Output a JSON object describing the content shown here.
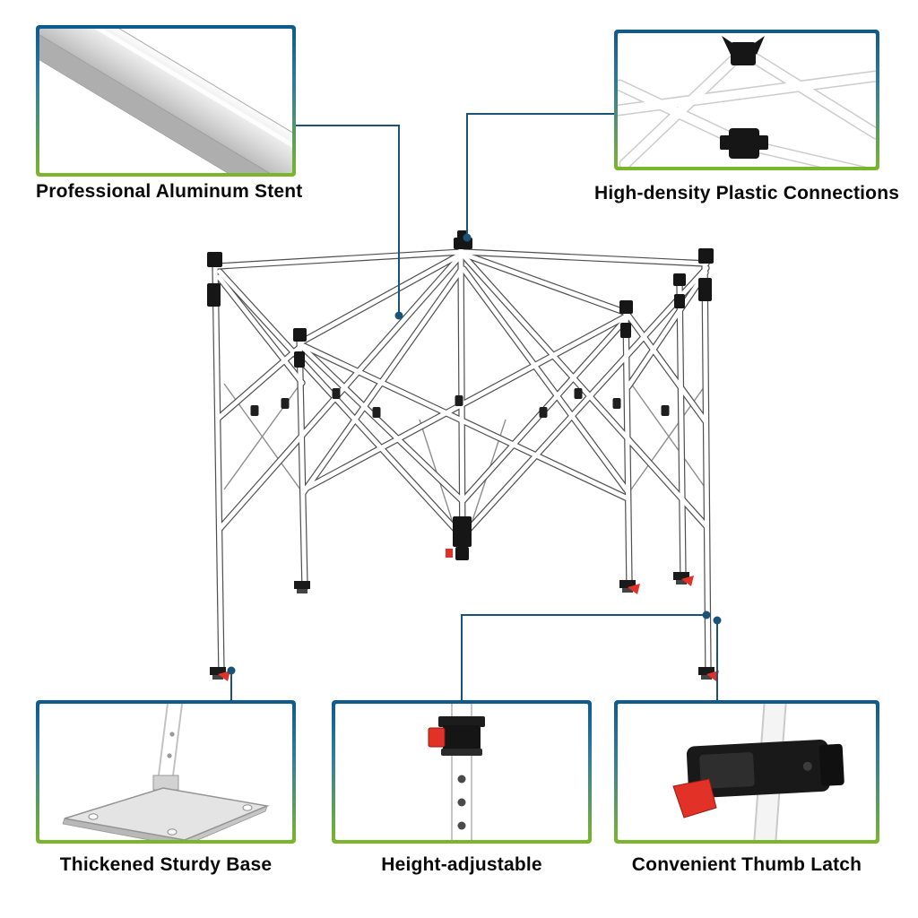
{
  "page": {
    "background": "#ffffff",
    "type": "product-feature-diagram",
    "subject": "pop-up-canopy-frame"
  },
  "colors": {
    "border_gradient_top": "#0d5a8c",
    "border_gradient_bottom": "#7db62a",
    "leader_line": "#1b5377",
    "label_text": "#0a0a0a",
    "accent_red": "#e23127",
    "pole_outline": "#4f4f4f",
    "connector_black": "#161616"
  },
  "callouts": {
    "top_left": {
      "label": "Professional Aluminum Stent",
      "icon": "aluminum-pole-illustration"
    },
    "top_right": {
      "label": "High-density Plastic Connections",
      "icon": "plastic-connector-illustration"
    },
    "bottom_left": {
      "label": "Thickened Sturdy Base",
      "icon": "base-plate-illustration"
    },
    "bottom_middle": {
      "label": "Height-adjustable",
      "icon": "adjustable-pole-illustration"
    },
    "bottom_right": {
      "label": "Convenient Thumb Latch",
      "icon": "thumb-latch-illustration"
    }
  },
  "illustration": {
    "name": "folded-canopy-tent-frame"
  }
}
